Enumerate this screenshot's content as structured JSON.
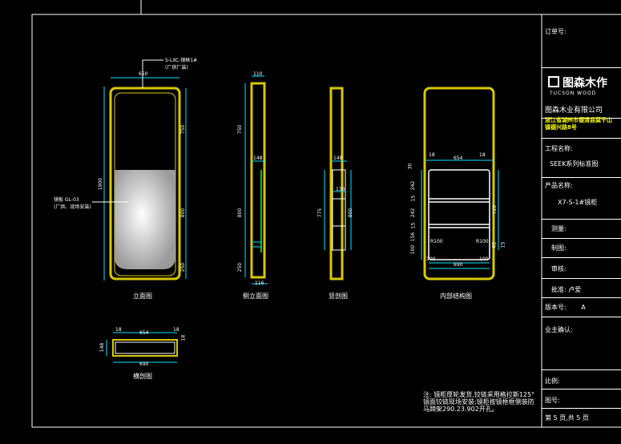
{
  "views": {
    "front": "立面图",
    "side": "侧立面图",
    "section": "竖剖图",
    "internal": "内部结构图",
    "cross": "横剖图"
  },
  "callouts": {
    "top_part": "S-LXC-镜框1#",
    "top_part_note": "(厂供厂装)",
    "mirror": "镜板 GL-03",
    "mirror_note": "(厂供、现场安装)"
  },
  "dims": {
    "front_width": "650",
    "front_height": "1900",
    "front_upper": "750",
    "front_mid": "800",
    "front_low": "250",
    "side_top": "110",
    "side_upper": "750",
    "side_depth": "148",
    "side_mid": "800",
    "side_low": "250",
    "side_bottom": "116",
    "section_depth": "148",
    "section_inner": "130",
    "section_height": "775",
    "section_mid": "800",
    "int_left": "18",
    "int_width": "654",
    "int_right": "18",
    "int_top": "30",
    "int_shelf1": "242",
    "int_gap1": "15",
    "int_shelf2": "242",
    "int_gap2": "15",
    "int_shelf3": "156",
    "int_base": "100",
    "int_right_h": "720",
    "int_r1": "R100",
    "int_r2": "R100",
    "int_bottom_left": "100",
    "int_bottom_right": "100",
    "int_bottom_width": "690",
    "int_side_small": "15",
    "int_side_62": "62",
    "cross_left": "18",
    "cross_width": "654",
    "cross_right": "18",
    "cross_depth": "148",
    "cross_total": "690",
    "cross_side": "18"
  },
  "title_block": {
    "order_no": "订单号:",
    "logo": "图森木作",
    "logo_en": "TUCSON WOOD",
    "company": "图森木业有限公司",
    "address": "浙江省湖州市德清县莫干山镇德兴路8号",
    "project_label": "工程名称:",
    "project": "SEEK系列标准图",
    "product_label": "产品名称:",
    "product": "X7-S-1#镜柜",
    "survey": "测量:",
    "draw": "制图:",
    "review": "审核:",
    "approve": "批准: 卢爱",
    "version_label": "版本号:",
    "version": "A",
    "owner_confirm": "业主确认:",
    "scale": "比例:",
    "drawing_no": "图号:",
    "page": "第 5 页,共 5 页"
  },
  "note": "注: 镜柜厚轮发货,铰链采用格拉斯125°镜面铰链现场安装;镜柜按镜框框侧装防马蹄架290.23.902开孔。",
  "colors": {
    "frame": "#d8c800",
    "dim": "#00e5ff",
    "shelf": "#ffffff",
    "mirror_green": "#00c800"
  }
}
